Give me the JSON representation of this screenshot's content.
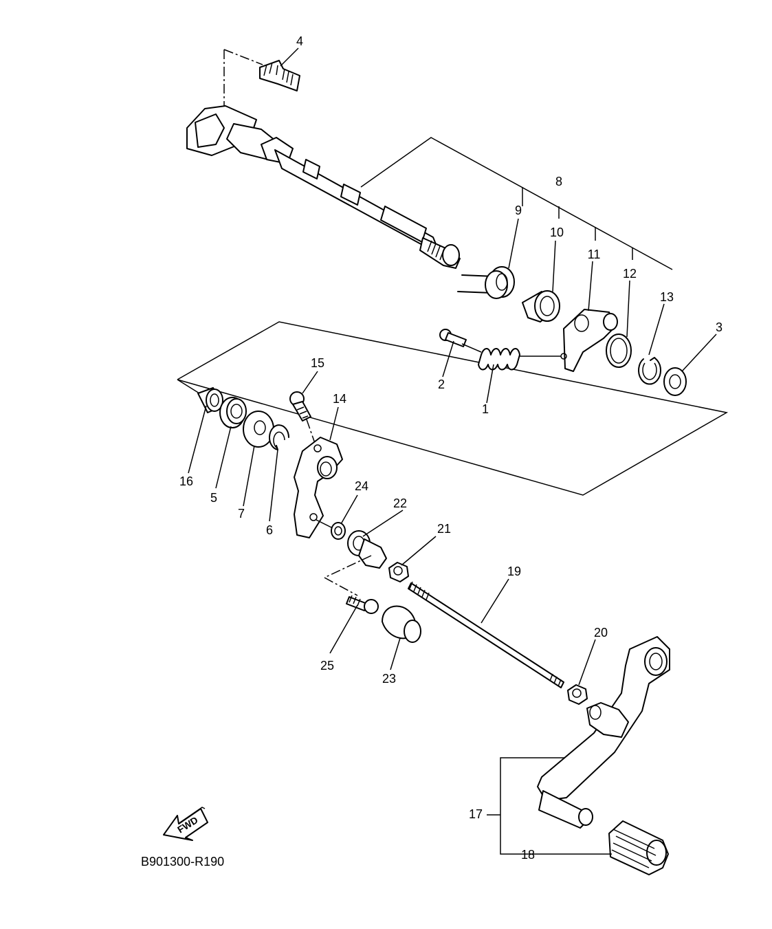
{
  "diagram": {
    "code": "B901300-R190",
    "fwd_label": "FWD",
    "labels": {
      "p1": "1",
      "p2": "2",
      "p3": "3",
      "p4": "4",
      "p5": "5",
      "p6": "6",
      "p7": "7",
      "p8": "8",
      "p9": "9",
      "p10": "10",
      "p11": "11",
      "p12": "12",
      "p13": "13",
      "p14": "14",
      "p15": "15",
      "p16": "16",
      "p17": "17",
      "p18": "18",
      "p19": "19",
      "p20": "20",
      "p21": "21",
      "p22": "22",
      "p23": "23",
      "p24": "24",
      "p25": "25"
    }
  }
}
